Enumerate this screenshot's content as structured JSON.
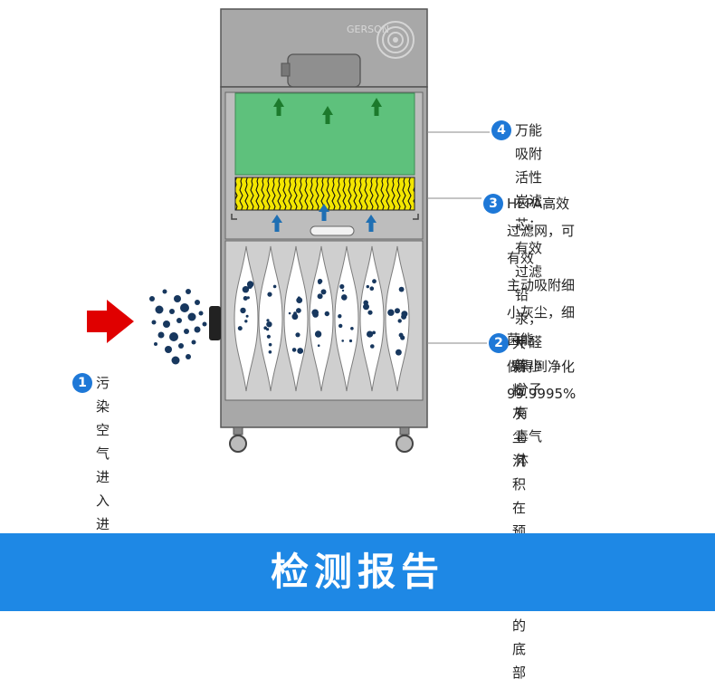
{
  "cabinet": {
    "brand": "GERSON"
  },
  "callouts": [
    {
      "number": "1",
      "lines": [
        "污染空气进入",
        "进风口"
      ]
    },
    {
      "number": "2",
      "lines": [
        "大颗粒灰尘沉积在预过滤",
        "器的底部"
      ]
    },
    {
      "number": "3",
      "lines": [
        "HEPA高效过滤网，可有效",
        "主动吸附细小灰尘，细菌能",
        "做得到净化99.9995%"
      ]
    },
    {
      "number": "4",
      "lines": [
        "万能吸附活性炭滤芯：有效",
        "过滤铅汞，甲醛等小分子有",
        "毒气体"
      ]
    }
  ],
  "banner": {
    "title": "检测报告"
  },
  "colors": {
    "cabinet": "#a7a7a7",
    "carbon_filter": "#5ec17c",
    "hepa_filter": "#f5e700",
    "airflow_up_carbon": "#1c7a2c",
    "airflow_up_hepa": "#1f6fb3",
    "inlet_arrow": "#e00000",
    "particles": "#17375e",
    "banner": "#1e88e5",
    "badge": "#1e78d7"
  }
}
